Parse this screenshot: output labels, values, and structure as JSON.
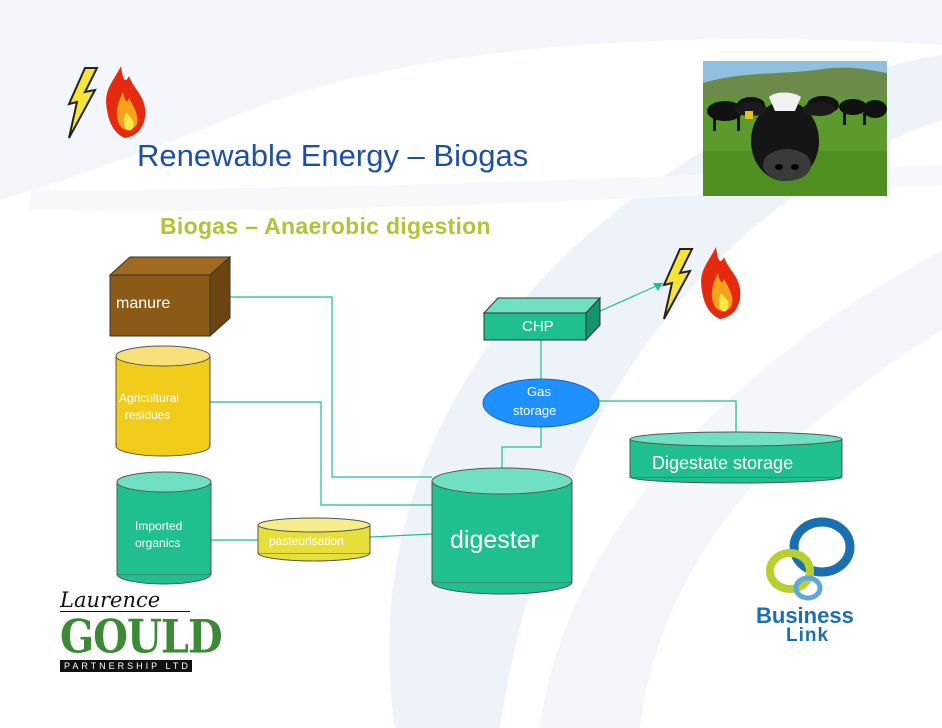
{
  "slide": {
    "title": "Renewable Energy – Biogas",
    "subtitle": "Biogas – Anaerobic digestion"
  },
  "diagram": {
    "manure": "manure",
    "agricultural": [
      "Agricultural",
      "residues"
    ],
    "imported": [
      "Imported",
      "organics"
    ],
    "pasteurisation": "pasteurisation",
    "digester": "digester",
    "chp": "CHP",
    "gas_storage": [
      "Gas",
      "storage"
    ],
    "digestate_storage": "Digestate storage"
  },
  "logos": {
    "gould_script": "Laurence",
    "gould_main": "GOULD",
    "gould_sub": "PARTNERSHIP LTD",
    "business_link": [
      "Business",
      "Link"
    ]
  },
  "colors": {
    "title": "#1f4fa0",
    "subtitle": "#b3c238",
    "teal": "#1fbf8f",
    "teal_top": "#6fe0c2",
    "brown": "#8b5a16",
    "yellow": "#f2cc1a",
    "gas_blue": "#1e90ff"
  },
  "icons": [
    "lightning-flame-icon",
    "lightning-flame-icon",
    "cow-photo"
  ]
}
